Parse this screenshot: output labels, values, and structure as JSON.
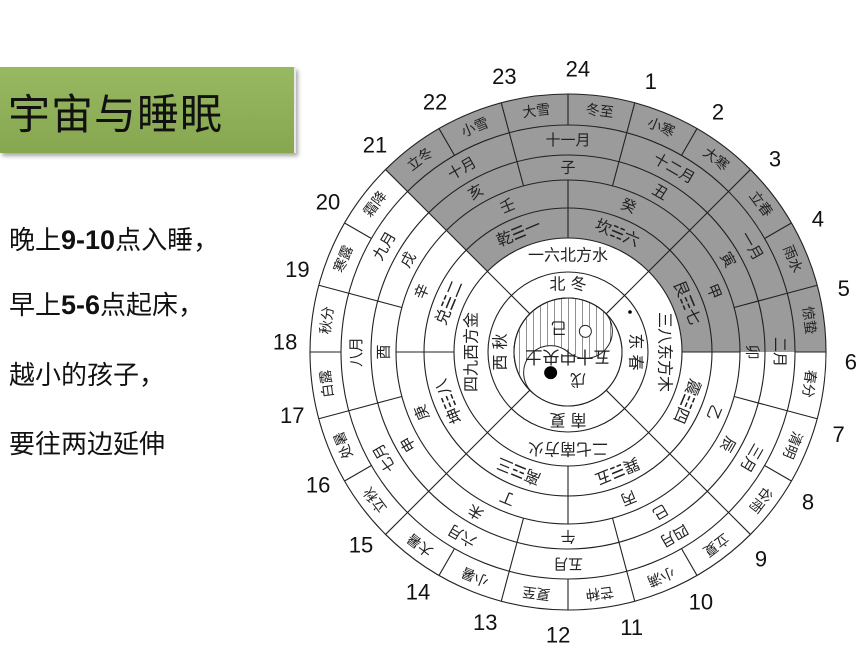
{
  "title": "宇宙与睡眠",
  "body": [
    {
      "pre": "晚上",
      "bold": "9-10",
      "post": "点入睡，"
    },
    {
      "pre": "早上",
      "bold": "5-6",
      "post": "点起床，"
    },
    {
      "pre": "越小的孩子，",
      "bold": "",
      "post": ""
    },
    {
      "pre": "要往两边延伸",
      "bold": "",
      "post": ""
    }
  ],
  "diagram": {
    "hour_numbers": [
      "1",
      "2",
      "3",
      "4",
      "5",
      "6",
      "7",
      "8",
      "9",
      "10",
      "11",
      "12",
      "13",
      "14",
      "15",
      "16",
      "17",
      "18",
      "19",
      "20",
      "21",
      "22",
      "23",
      "24"
    ],
    "solar_terms": [
      "冬至",
      "小寒",
      "大寒",
      "立春",
      "雨水",
      "惊蛰",
      "春分",
      "清明",
      "谷雨",
      "立夏",
      "小满",
      "芒种",
      "夏至",
      "小暑",
      "大暑",
      "立秋",
      "处暑",
      "白露",
      "秋分",
      "寒露",
      "霜降",
      "立冬",
      "小雪",
      "大雪"
    ],
    "months": [
      "十一月",
      "十二月",
      "一月",
      "二月",
      "三月",
      "四月",
      "五月",
      "六月",
      "七月",
      "八月",
      "九月",
      "十月"
    ],
    "branches": [
      "子",
      "丑",
      "寅",
      "卯",
      "辰",
      "巳",
      "午",
      "未",
      "申",
      "酉",
      "戌",
      "亥"
    ],
    "stems": [
      "癸",
      "甲",
      "乙",
      "丙",
      "丁",
      "庚",
      "辛",
      "壬"
    ],
    "trigrams": [
      "坎☵六",
      "艮☶七",
      "震☳四",
      "巽☴五",
      "离☲三",
      "坤☷八",
      "兑☱二",
      "乾☰一"
    ],
    "elements": [
      "一六北方水",
      "三八东方木",
      "二七南方火",
      "四九西方金"
    ],
    "directions_seasons": [
      "北 冬",
      "东 春",
      "南 夏",
      "西 秋"
    ],
    "center": {
      "text": "五十中央土",
      "stem_a": "戊",
      "stem_b": "己"
    },
    "colors": {
      "shaded": "#9b9b9b",
      "title_bg": "#8fb05a"
    }
  }
}
